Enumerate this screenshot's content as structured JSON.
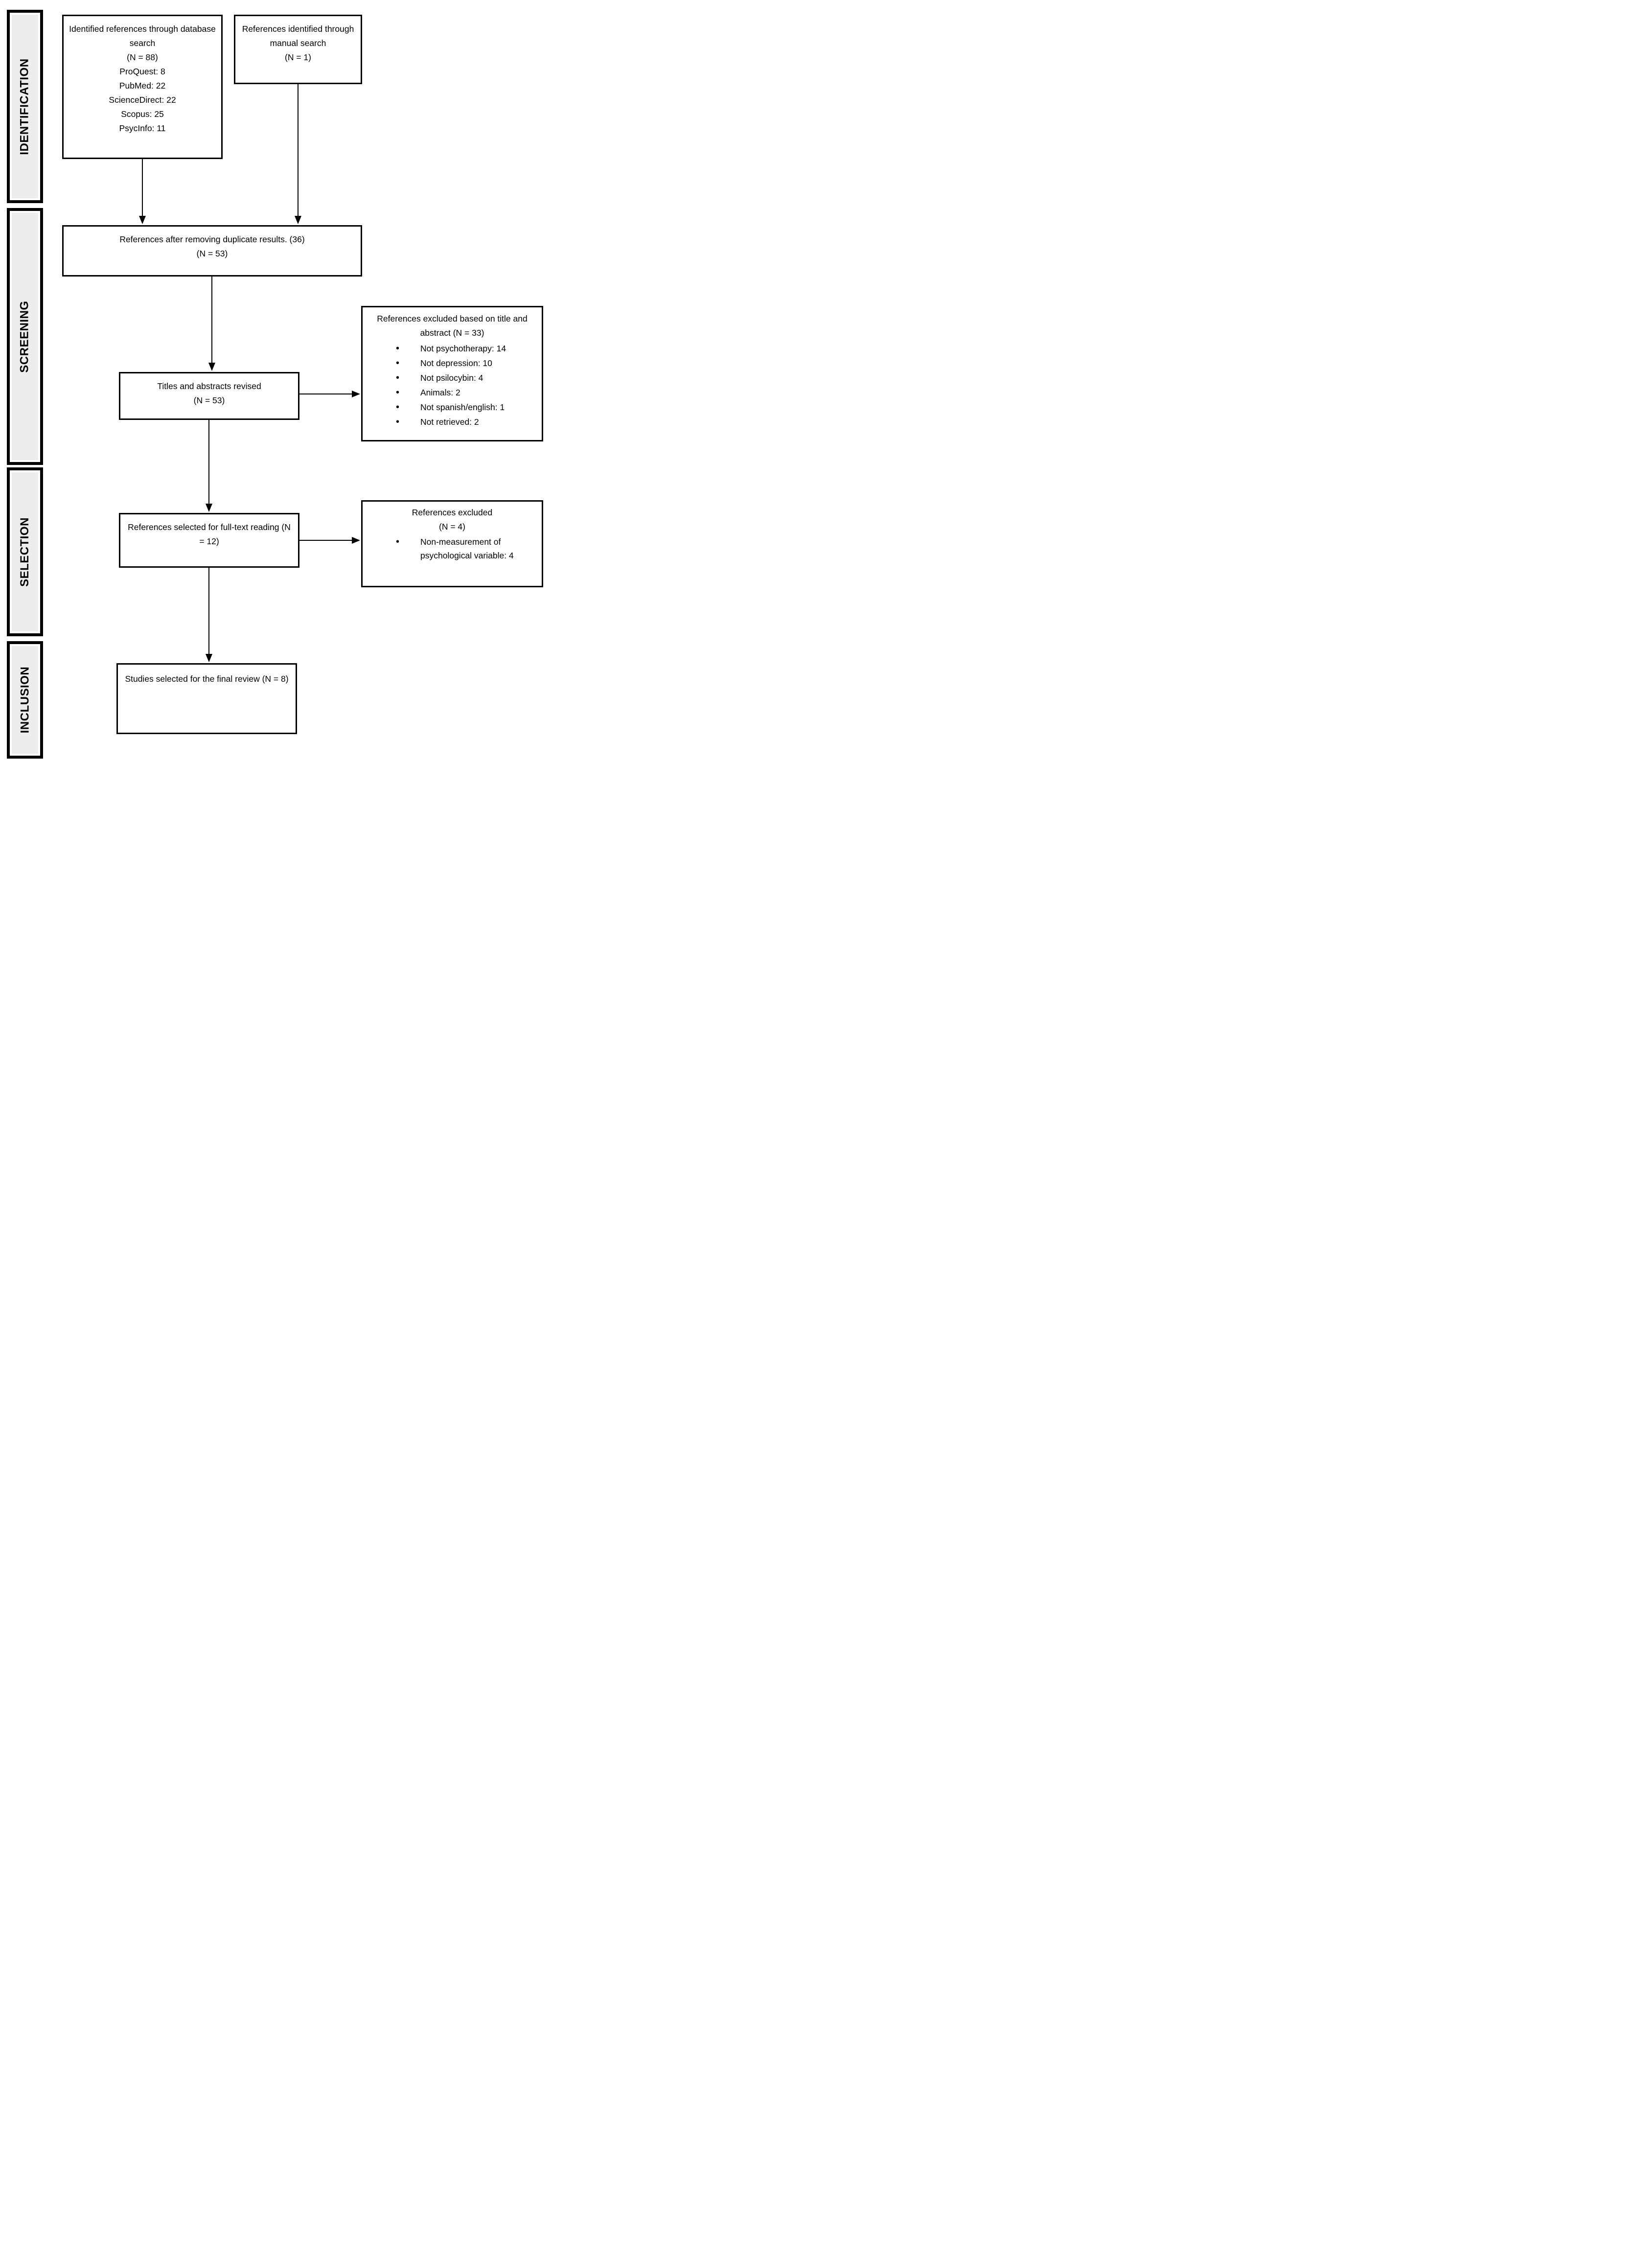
{
  "page": {
    "background": "#ffffff",
    "line_color": "#000000",
    "stage_fill": "#ededed"
  },
  "stages": [
    {
      "label": "IDENTIFICATION"
    },
    {
      "label": "SCREENING"
    },
    {
      "label": "SELECTION"
    },
    {
      "label": "INCLUSION"
    }
  ],
  "boxes": {
    "database_search": {
      "title": "Identified references through database search",
      "n": "(N = 88)",
      "sources": [
        "ProQuest: 8",
        "PubMed: 22",
        "ScienceDirect: 22",
        "Scopus: 25",
        "PsycInfo: 11"
      ]
    },
    "manual_search": {
      "title": "References identified through manual search",
      "n": "(N = 1)"
    },
    "duplicates_removed": {
      "title": "References after removing duplicate results. (36)",
      "n": "(N = 53)"
    },
    "titles_abstracts_revised": {
      "title": "Titles and abstracts revised",
      "n": "(N = 53)"
    },
    "excluded_title_abstract": {
      "title": "References excluded based on title and abstract (N = 33)",
      "bullets": [
        "Not psychotherapy: 14",
        "Not depression: 10",
        "Not psilocybin: 4",
        "Animals: 2",
        "Not spanish/english: 1",
        "Not retrieved: 2"
      ]
    },
    "full_text_reading": {
      "title": "References selected for full-text reading (N = 12)"
    },
    "excluded_full_text": {
      "title": "References excluded",
      "n": "(N = 4)",
      "bullets": [
        "Non-measurement of psychological variable: 4"
      ]
    },
    "final_review": {
      "title": "Studies selected for the final review (N = 8)"
    }
  }
}
